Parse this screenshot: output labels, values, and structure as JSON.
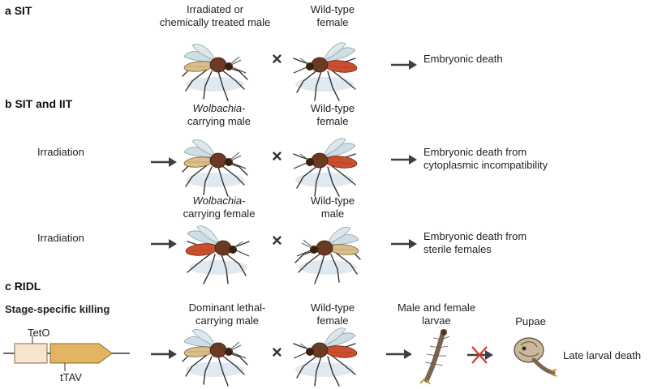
{
  "sections": {
    "a": {
      "letter": "a",
      "title": "SIT"
    },
    "b": {
      "letter": "b",
      "title": "SIT and IIT"
    },
    "c": {
      "letter": "c",
      "title": "RIDL"
    }
  },
  "row_a": {
    "male_label_line1": "Irradiated or",
    "male_label_line2": "chemically treated male",
    "female_label_line1": "Wild-type",
    "female_label_line2": "female",
    "cross": "×",
    "outcome": "Embryonic death"
  },
  "row_b1": {
    "treatment": "Irradiation",
    "male_label_italic": "Wolbachia",
    "male_label_dash": "-",
    "male_label_line2": "carrying male",
    "female_label_line1": "Wild-type",
    "female_label_line2": "female",
    "cross": "×",
    "outcome_line1": "Embryonic death from",
    "outcome_line2": "cytoplasmic incompatibility"
  },
  "row_b2": {
    "treatment": "Irradiation",
    "female_label_italic": "Wolbachia",
    "female_label_dash": "-",
    "female_label_line2": "carrying female",
    "male_label_line1": "Wild-type",
    "male_label_line2": "male",
    "cross": "×",
    "outcome_line1": "Embryonic death from",
    "outcome_line2": "sterile females"
  },
  "row_c": {
    "subtitle": "Stage-specific killing",
    "construct_tet": "TetO",
    "construct_tta": "tTAV",
    "male_label_line1": "Dominant lethal-",
    "male_label_line2": "carrying male",
    "female_label_line1": "Wild-type",
    "female_label_line2": "female",
    "cross": "×",
    "larvae_label_line1": "Male and female",
    "larvae_label_line2": "larvae",
    "pupae_label": "Pupae",
    "outcome": "Late larval death"
  },
  "colors": {
    "male_abdomen": "#d9c08a",
    "female_abdomen": "#c8502e",
    "female_abdomen_dark": "#a8381f",
    "thorax": "#6b3a22",
    "wing": "#cfdde4",
    "shadow": "#dfe9ef",
    "arrow": "#3a3f44",
    "tet_box": "#f6e4cf",
    "tta_box": "#e2b464",
    "red_x": "#d23a2a"
  }
}
